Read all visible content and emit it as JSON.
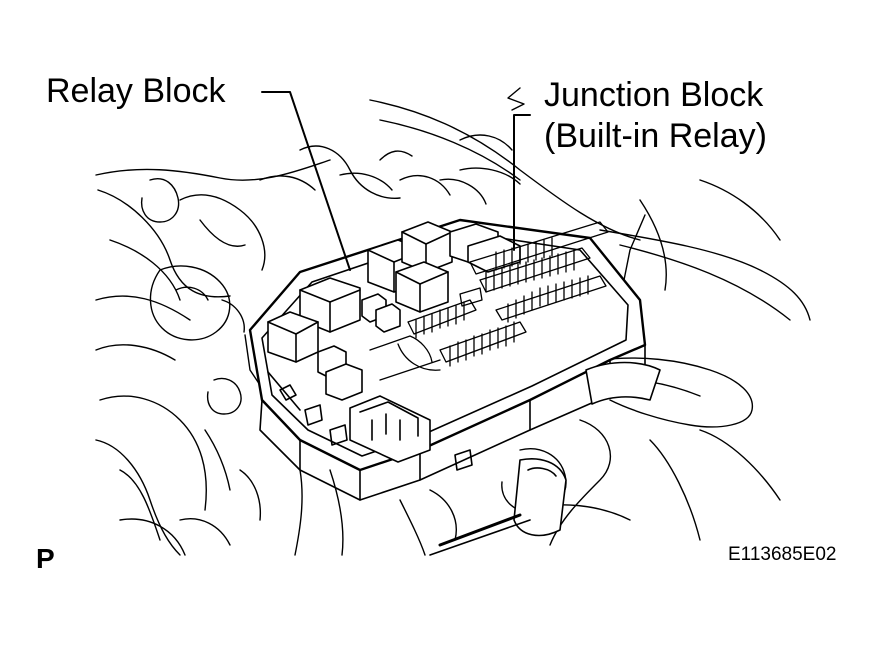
{
  "labels": {
    "relay_block": "Relay Block",
    "junction_block_line1": "Junction Block",
    "junction_block_line2": "(Built-in Relay)"
  },
  "footer": {
    "view_code": "P",
    "figure_code": "E113685E02"
  },
  "colors": {
    "ink": "#000000",
    "background": "#ffffff"
  }
}
